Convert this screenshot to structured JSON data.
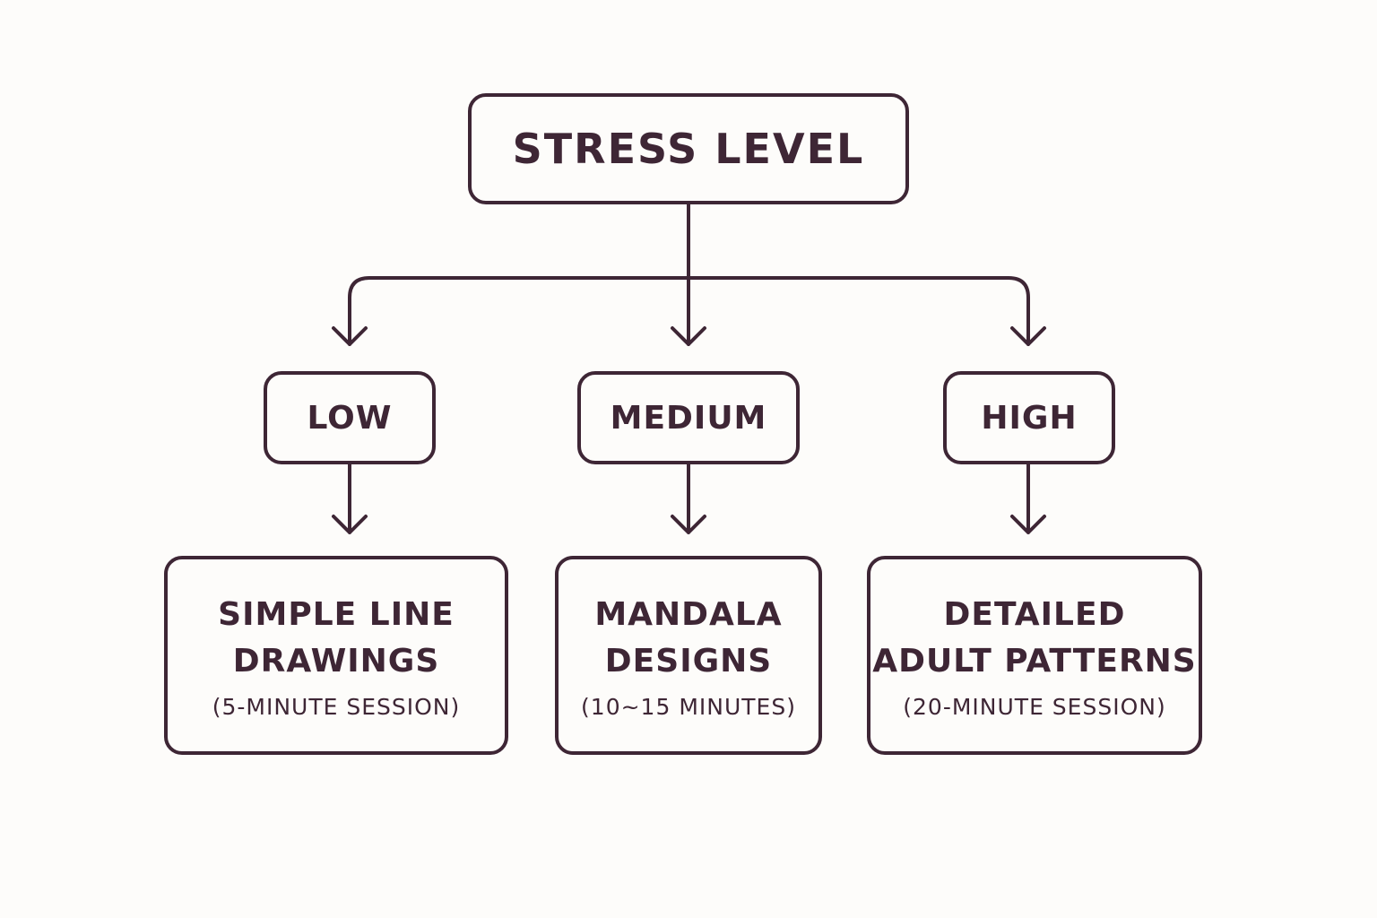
{
  "diagram": {
    "root": {
      "label": "STRESS LEVEL"
    },
    "levels": [
      {
        "label": "LOW"
      },
      {
        "label": "MEDIUM"
      },
      {
        "label": "HIGH"
      }
    ],
    "outcomes": [
      {
        "line1": "SIMPLE LINE",
        "line2": "DRAWINGS",
        "duration": "(5-MINUTE SESSION)"
      },
      {
        "line1": "MANDALA",
        "line2": "DESIGNS",
        "duration": "(10~15 MINUTES)"
      },
      {
        "line1": "DETAILED",
        "line2": "ADULT PATTERNS",
        "duration": "(20-MINUTE SESSION)"
      }
    ],
    "colors": {
      "ink": "#3e2635",
      "background": "#fdfcfa"
    }
  }
}
